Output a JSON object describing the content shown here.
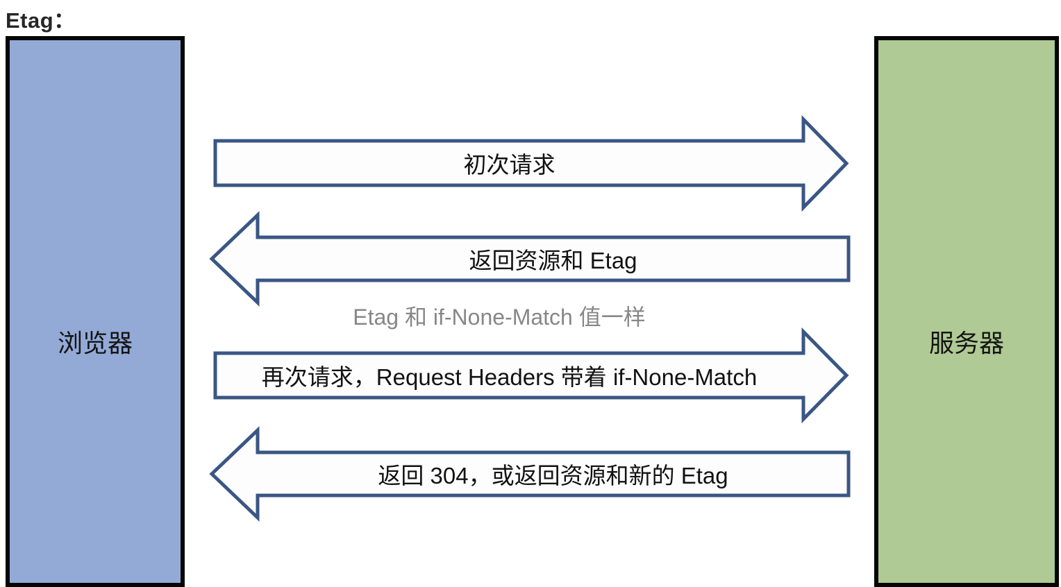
{
  "page": {
    "title": "Etag："
  },
  "actors": {
    "browser": {
      "label": "浏览器"
    },
    "server": {
      "label": "服务器"
    }
  },
  "flows": [
    {
      "label": "初次请求",
      "direction": "right",
      "from": "浏览器",
      "to": "服务器"
    },
    {
      "label": "返回资源和 Etag",
      "direction": "left",
      "from": "服务器",
      "to": "浏览器"
    },
    {
      "label": "再次请求，Request Headers 带着 if-None-Match",
      "direction": "right",
      "from": "浏览器",
      "to": "服务器"
    },
    {
      "label": "返回 304，或返回资源和新的 Etag",
      "direction": "left",
      "from": "服务器",
      "to": "浏览器"
    }
  ],
  "annotation": {
    "text": "Etag 和 if-None-Match 值一样"
  },
  "colors": {
    "browser_fill": "#93AAD7",
    "server_fill": "#AFCA94",
    "box_border": "#060606",
    "arrow_stroke": "#3A5684",
    "arrow_fill": "#FDFDFD",
    "annotation_text": "#878787",
    "label_text": "#121212"
  }
}
